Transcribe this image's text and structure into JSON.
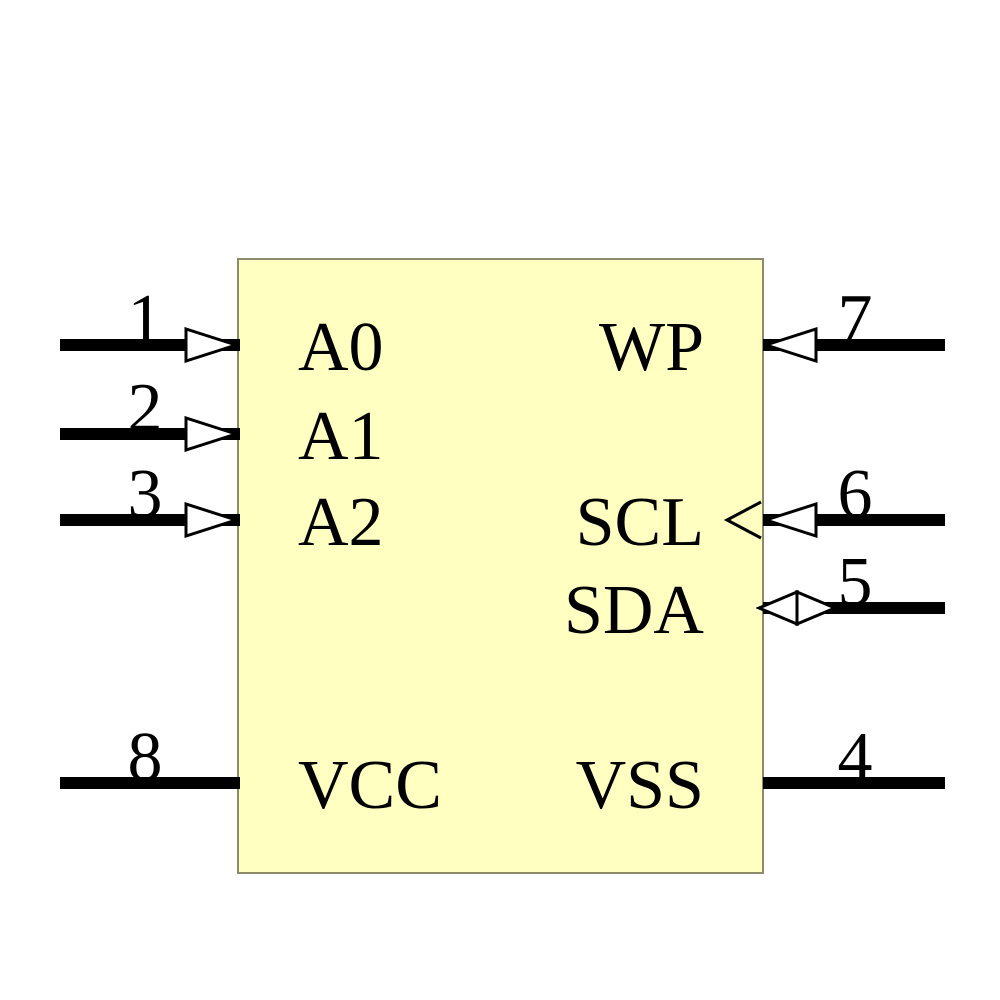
{
  "component": {
    "body_fill": "#FFFFC2",
    "body_border": "#8B8B6B",
    "pin_color": "#000000",
    "arrow_fill": "#FFFFFF",
    "text_color": "#000000"
  },
  "pins": [
    {
      "number": "1",
      "name": "A0",
      "side": "left",
      "type": "input"
    },
    {
      "number": "2",
      "name": "A1",
      "side": "left",
      "type": "input"
    },
    {
      "number": "3",
      "name": "A2",
      "side": "left",
      "type": "input"
    },
    {
      "number": "8",
      "name": "VCC",
      "side": "left",
      "type": "power"
    },
    {
      "number": "7",
      "name": "WP",
      "side": "right",
      "type": "input"
    },
    {
      "number": "6",
      "name": "SCL",
      "side": "right",
      "type": "clock-input"
    },
    {
      "number": "5",
      "name": "SDA",
      "side": "right",
      "type": "bidirectional"
    },
    {
      "number": "4",
      "name": "VSS",
      "side": "right",
      "type": "power"
    }
  ]
}
